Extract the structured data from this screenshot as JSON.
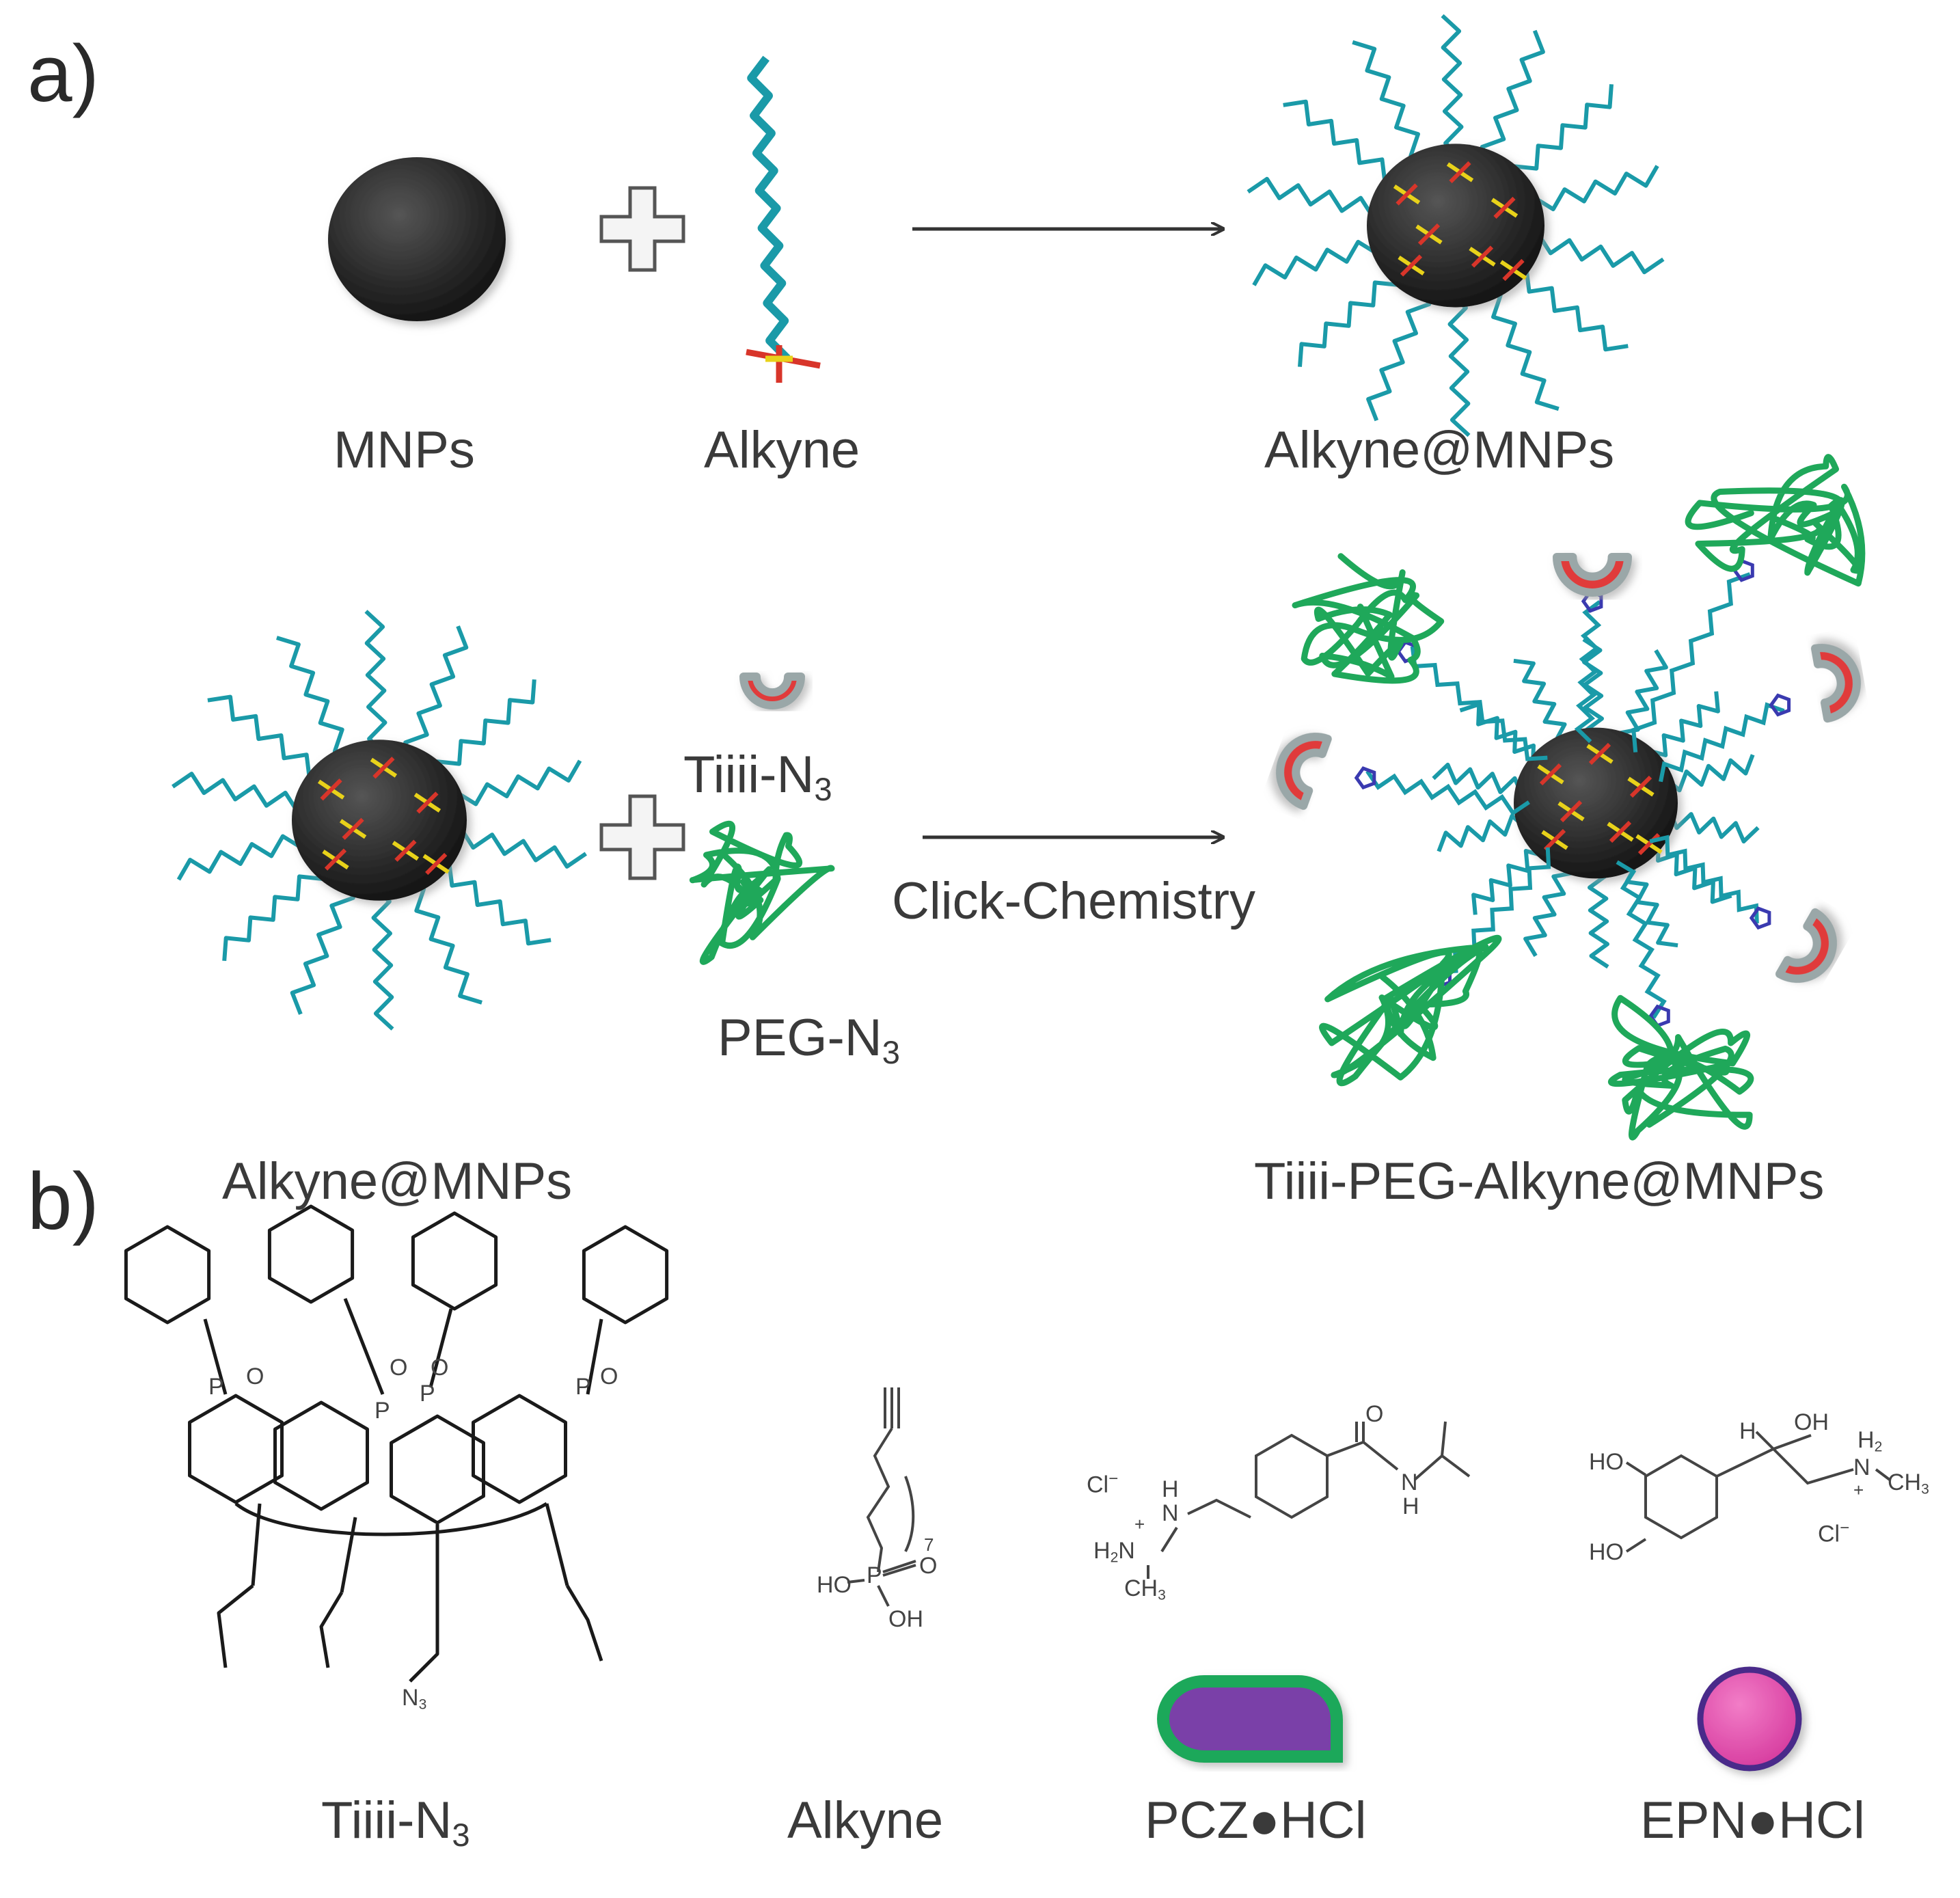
{
  "panels": {
    "a": "a)",
    "b": "b)"
  },
  "row1": {
    "mnps": "MNPs",
    "alkyne": "Alkyne",
    "product": "Alkyne@MNPs"
  },
  "row2": {
    "reactant": "Alkyne@MNPs",
    "tiiii": "Tiiii-N",
    "tiiii_sub": "3",
    "peg": "PEG-N",
    "peg_sub": "3",
    "arrow_label": "Click-Chemistry",
    "product": "Tiiii-PEG-Alkyne@MNPs"
  },
  "row3": {
    "tiiii": "Tiiii-N",
    "tiiii_sub": "3",
    "alkyne": "Alkyne",
    "pcz": "PCZ●HCl",
    "epn": "EPN●HCl"
  },
  "chem_labels": {
    "n3": "N",
    "n3_sub": "3",
    "repeat": "7",
    "alk_ho": "HO",
    "alk_p": "P",
    "alk_o": "O",
    "alk_oh": "OH",
    "pcz_cl": "Cl",
    "pcz_minus": "−",
    "pcz_plus": "+",
    "pcz_h1": "H",
    "pcz_n1": "N",
    "pcz_h2n": "H",
    "pcz_h2n_sub": "2",
    "pcz_n2": "N",
    "pcz_ch3": "CH",
    "pcz_ch3_sub": "3",
    "pcz_o": "O",
    "pcz_nh": "N",
    "pcz_nh_h": "H",
    "epn_ho1": "HO",
    "epn_ho2": "HO",
    "epn_h": "H",
    "epn_oh": "OH",
    "epn_h2": "H",
    "epn_h2_sub": "2",
    "epn_n": "N",
    "epn_plus": "+",
    "epn_ch3": "CH",
    "epn_ch3_sub": "3",
    "epn_cl": "Cl",
    "epn_minus": "−",
    "tiiii_p": "P",
    "tiiii_o": "O"
  },
  "colors": {
    "chain": "#1a9aa8",
    "core": "#2a2a2a",
    "peg": "#1fa85a",
    "cavitand": "#e03a3a",
    "cavitand_rim": "#9aa7a8",
    "pcz_fill": "#7a3fa8",
    "pcz_rim": "#1fa85a",
    "epn_fill": "#e24fb0",
    "epn_rim": "#4a2a8a"
  }
}
